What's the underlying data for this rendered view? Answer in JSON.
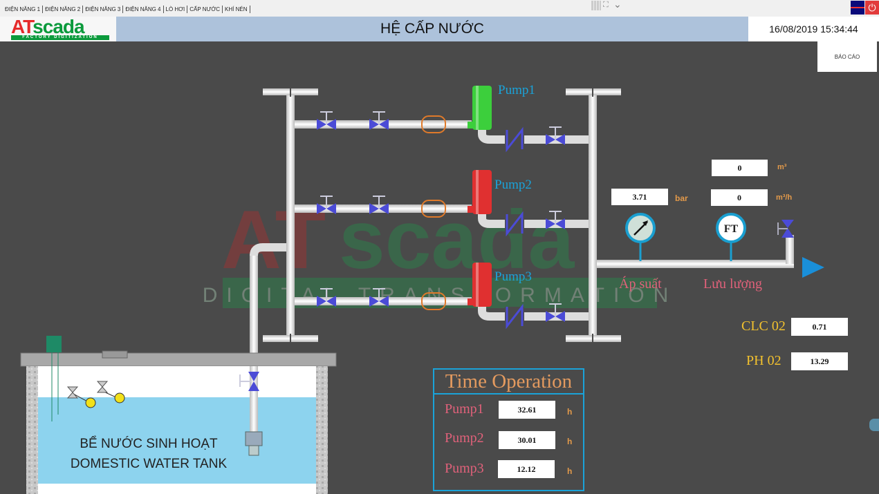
{
  "tabs": [
    "ĐIỆN NĂNG 1",
    "ĐIỆN NĂNG 2",
    "ĐIỆN NĂNG 3",
    "ĐIỆN NĂNG 4",
    "LÒ HƠI",
    "CẤP NƯỚC",
    "KHÍ NÉN"
  ],
  "active_tab": "CẤP NƯỚC",
  "logo": {
    "brand": "ATscada",
    "tagline": "FACTORY DIGITIZATION"
  },
  "watermark": {
    "brand": "ATscada",
    "tagline": "DIGITAL TRANSFORMATION"
  },
  "header": {
    "title": "HỆ CẤP NƯỚC",
    "datetime": "16/08/2019 15:34:44",
    "report_button": "BÁO CÁO"
  },
  "pumps": [
    {
      "label": "Pump1",
      "state": "running",
      "color": "#3ccf3c"
    },
    {
      "label": "Pump2",
      "state": "stopped",
      "color": "#e03030"
    },
    {
      "label": "Pump3",
      "state": "stopped",
      "color": "#e03030"
    }
  ],
  "pressure": {
    "value": "3.71",
    "unit": "bar",
    "label": "Áp suất"
  },
  "flow": {
    "total": "0",
    "total_unit": "m³",
    "rate": "0",
    "rate_unit": "m³/h",
    "label": "Lưu lượng",
    "sensor": "FT"
  },
  "quality": [
    {
      "label": "CLC 02",
      "value": "0.71"
    },
    {
      "label": "PH 02",
      "value": "13.29"
    }
  ],
  "time_operation": {
    "title": "Time Operation",
    "rows": [
      {
        "label": "Pump1",
        "value": "32.61",
        "unit": "h"
      },
      {
        "label": "Pump2",
        "value": "30.01",
        "unit": "h"
      },
      {
        "label": "Pump3",
        "value": "12.12",
        "unit": "h"
      }
    ]
  },
  "tank": {
    "line1": "BỂ NƯỚC SINH HOẠT",
    "line2": "DOMESTIC WATER TANK"
  }
}
